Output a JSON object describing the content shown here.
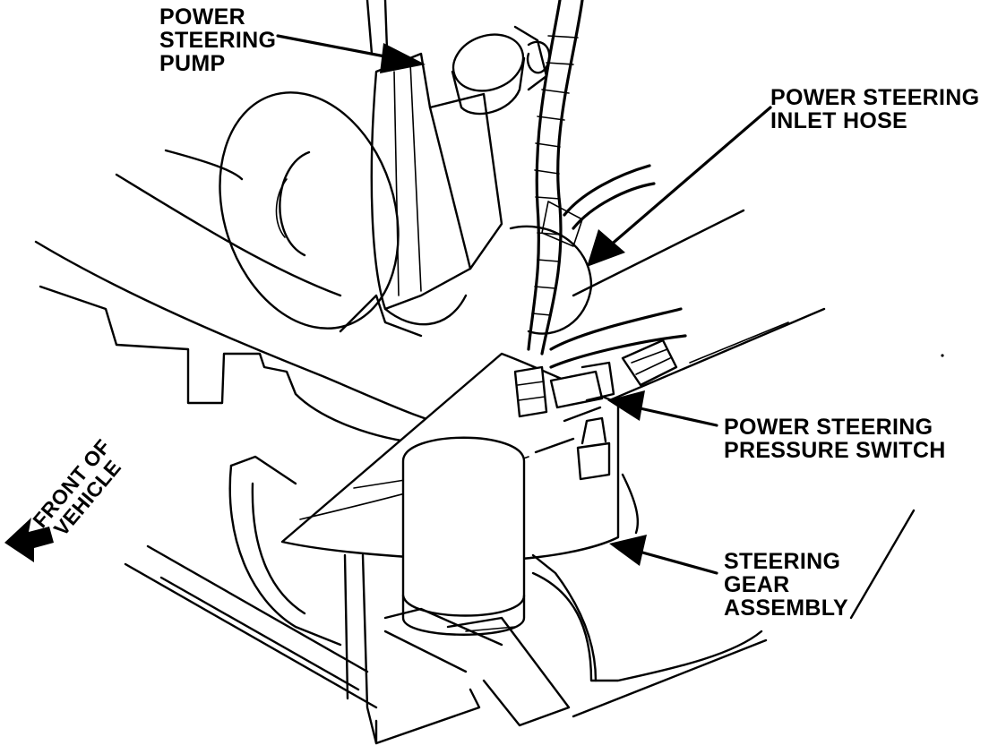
{
  "labels": {
    "pump": [
      "POWER",
      "STEERING",
      "PUMP"
    ],
    "inlet_hose": [
      "POWER STEERING",
      "INLET HOSE"
    ],
    "pressure_switch": [
      "POWER STEERING",
      "PRESSURE SWITCH"
    ],
    "gear_assembly": [
      "STEERING",
      "GEAR",
      "ASSEMBLY"
    ],
    "front_of_vehicle": [
      "FRONT OF",
      "VEHICLE"
    ]
  },
  "colors": {
    "ink": "#000000",
    "paper": "#ffffff"
  }
}
